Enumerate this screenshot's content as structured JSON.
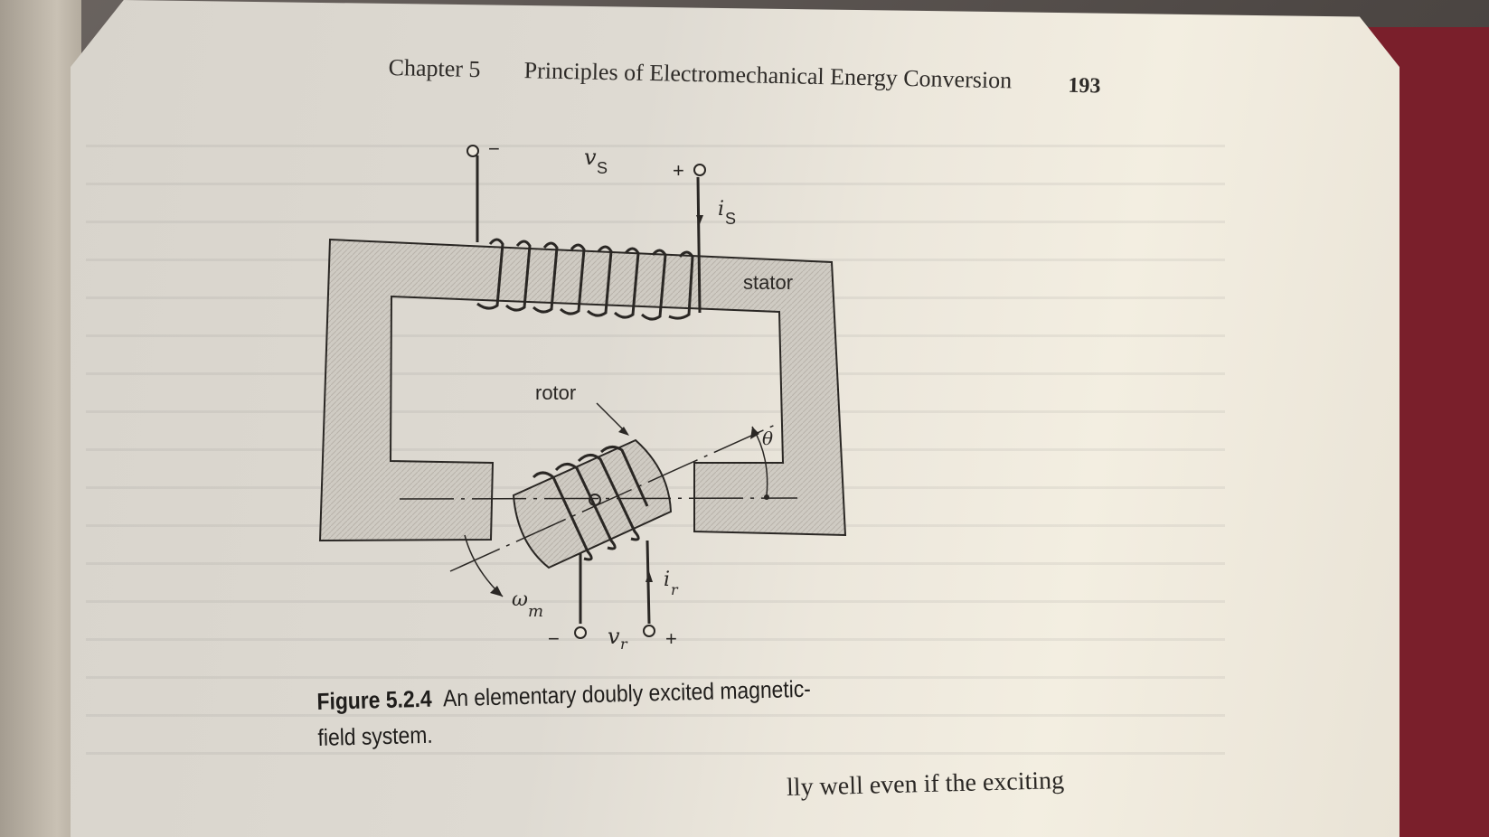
{
  "header": {
    "chapter": "Chapter 5",
    "title": "Principles of Electromechanical Energy Conversion",
    "page_number": "193"
  },
  "figure": {
    "stator_label": "stator",
    "rotor_label": "rotor",
    "stator_voltage": "v",
    "stator_voltage_sub": "S",
    "stator_current": "i",
    "stator_current_sub": "S",
    "stator_minus": "−",
    "stator_plus": "+",
    "rotor_voltage": "v",
    "rotor_voltage_sub": "r",
    "rotor_current": "i",
    "rotor_current_sub": "r",
    "rotor_minus": "−",
    "rotor_plus": "+",
    "angle": "θ",
    "speed": "ω",
    "speed_sub": "m"
  },
  "caption": {
    "number": "Figure 5.2.4",
    "text": "An elementary doubly excited magnetic-field system."
  },
  "body": {
    "partial_line": "lly well even if the exciting"
  },
  "colors": {
    "paper": "#ece7dc",
    "ink": "#2a2724",
    "book_cover": "#7a1f2b"
  }
}
